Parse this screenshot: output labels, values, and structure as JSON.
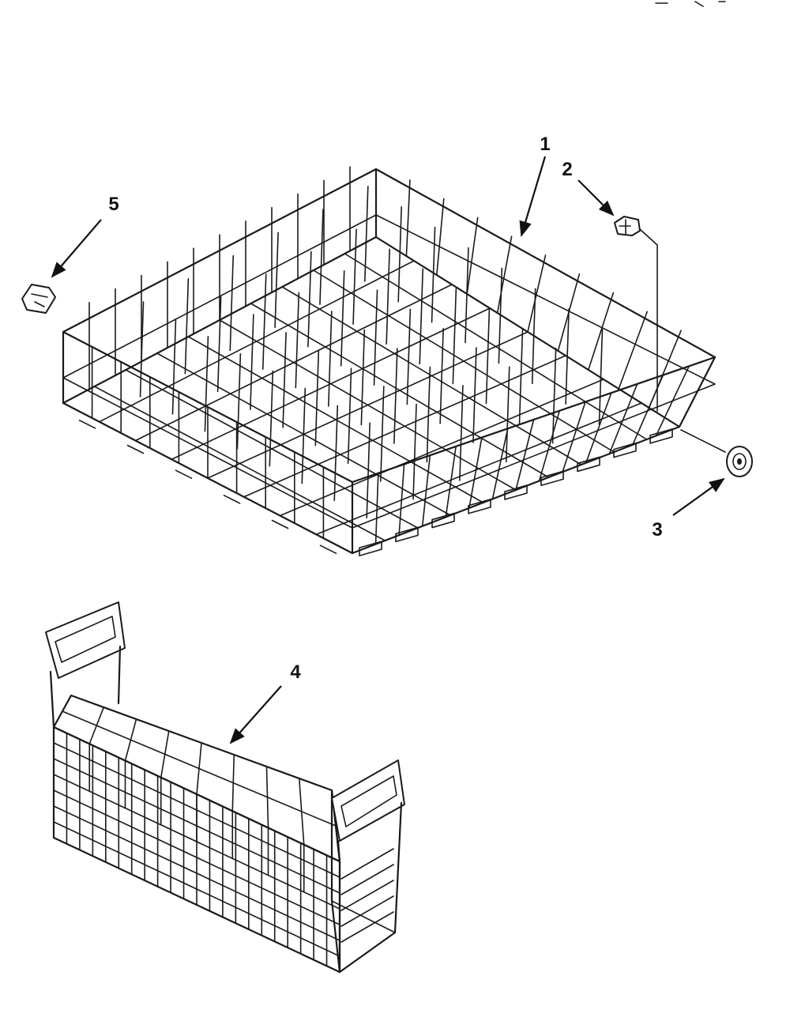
{
  "callouts": [
    {
      "id": "1",
      "label": "1"
    },
    {
      "id": "2",
      "label": "2"
    },
    {
      "id": "3",
      "label": "3"
    },
    {
      "id": "4",
      "label": "4"
    },
    {
      "id": "5",
      "label": "5"
    }
  ],
  "colors": {
    "ink": "#1a1a1a",
    "paper": "#ffffff"
  }
}
